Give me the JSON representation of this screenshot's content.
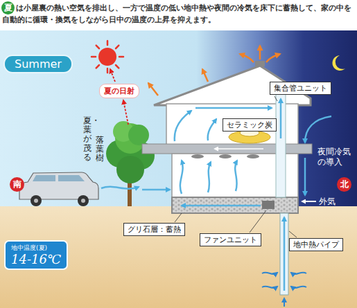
{
  "diagram": {
    "nodes": [
      {
        "text": [
          "夏"
        ]
      },
      {
        "text": [
          "Summer"
        ]
      },
      {
        "text": [
          "夏の日射"
        ]
      },
      {
        "text": [
          "集合管ユニット"
        ]
      },
      {
        "text": [
          "セラミック炭"
        ]
      },
      {
        "text": [
          "南"
        ]
      },
      {
        "text": [
          "北"
        ]
      },
      {
        "text": [
          "グリ石層：蓄熱"
        ]
      },
      {
        "text": [
          "ファンユニット"
        ]
      },
      {
        "text": [
          "地中熱パイプ"
        ]
      },
      {
        "text": [
          "地中温度(夏)",
          "14-16℃"
        ]
      }
    ],
    "labels": [
      "は小屋裏の熱い空気を排出し、一方で温度の低い地中熱や夜間の冷気を床下に蓄熱して、家の中を自動的に循環・換気をしながら日中の温度の上昇を抑えます。",
      "落葉樹",
      "夏・葉が茂る",
      "夜間冷気の導入",
      "外気"
    ]
  }
}
